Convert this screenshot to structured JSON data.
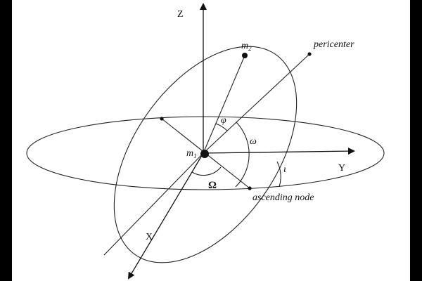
{
  "diagram": {
    "axes": {
      "z": "Z",
      "y": "Y",
      "x": "X"
    },
    "bodies": {
      "primary": {
        "symbol": "m",
        "subscript": "1"
      },
      "secondary": {
        "symbol": "m",
        "subscript": "2"
      }
    },
    "labels": {
      "pericenter": "pericenter",
      "ascending_node": "ascending node",
      "phi": "φ",
      "omega_small": "ω",
      "omega_big": "Ω",
      "inclination": "ι"
    },
    "colors": {
      "background": "#000000",
      "canvas": "#ffffff",
      "ink": "#111111"
    }
  }
}
